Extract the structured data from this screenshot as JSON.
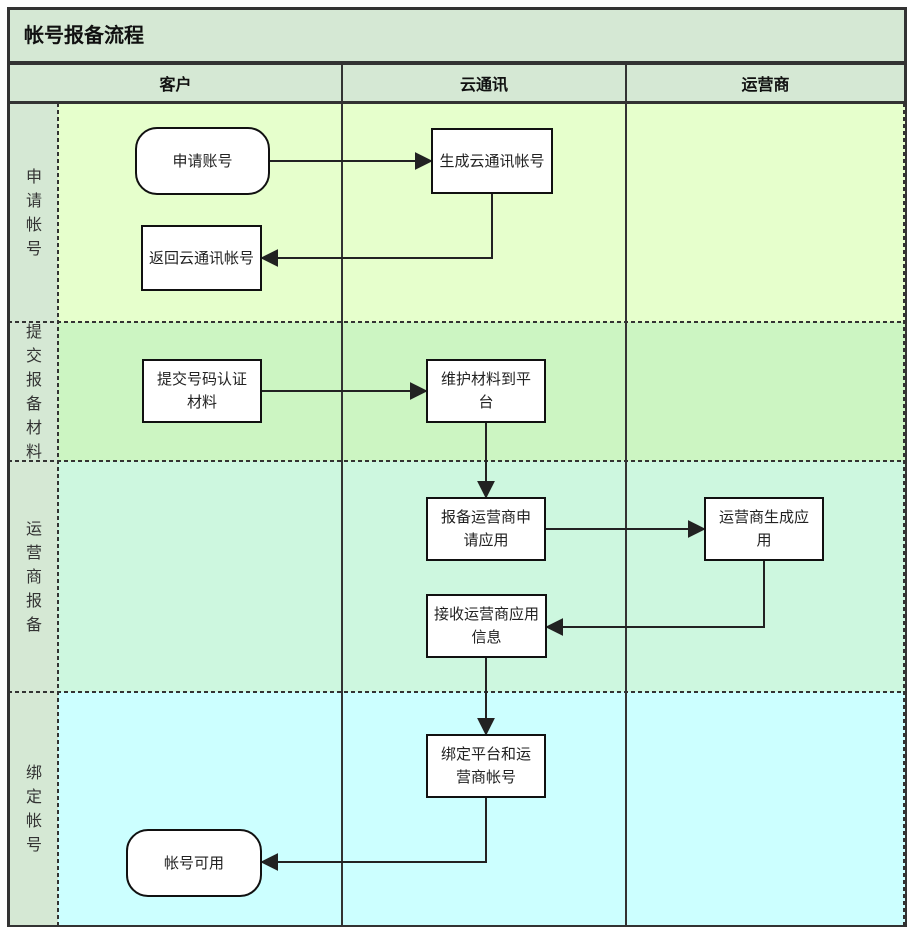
{
  "title": "帐号报备流程",
  "lanes": [
    "客户",
    "云通讯",
    "运营商"
  ],
  "phases": [
    {
      "label": "申请帐号",
      "color": "#e6ffcc"
    },
    {
      "label": "提交报备材料",
      "color": "#ccf5c2"
    },
    {
      "label": "运营商报备",
      "color": "#cdf7df"
    },
    {
      "label": "绑定帐号",
      "color": "#ccffff"
    }
  ],
  "nodes": {
    "apply_account": "申请账号",
    "gen_account": "生成云通讯帐号",
    "return_account": "返回云通讯帐号",
    "submit_materials": "提交号码认证材料",
    "maintain_materials": "维护材料到平台",
    "report_carrier": "报备运营商申请应用",
    "carrier_generate": "运营商生成应用",
    "receive_info": "接收运营商应用信息",
    "bind_accounts": "绑定平台和运营商帐号",
    "account_ready": "帐号可用"
  },
  "colors": {
    "header": "#d5e8d4",
    "border": "#333333",
    "arrow": "#222222"
  }
}
